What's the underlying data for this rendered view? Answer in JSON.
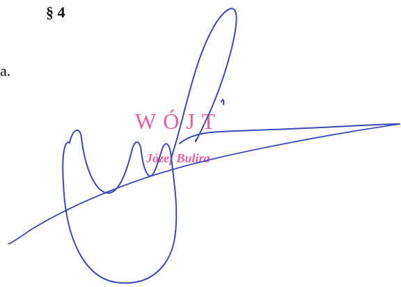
{
  "document": {
    "section_heading": "§ 4",
    "text_fragment": "a."
  },
  "stamp": {
    "title": "WÓJT",
    "name": "Józef Bulira",
    "color": "#e8458f"
  },
  "signature": {
    "ink_color": "#3c48b8"
  }
}
